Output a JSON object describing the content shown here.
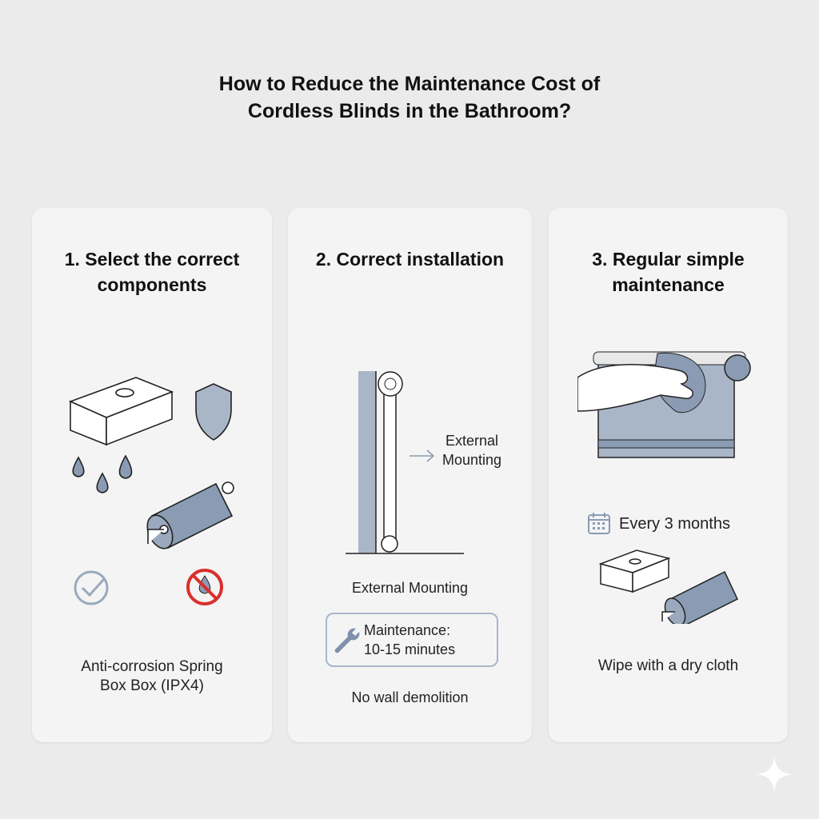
{
  "title": {
    "line1": "How to Reduce the Maintenance Cost of",
    "line2": "Cordless Blinds in the Bathroom?"
  },
  "cards": [
    {
      "heading1": "1. Select the correct",
      "heading2": "components",
      "caption1": "Anti-corrosion Spring",
      "caption2": "Box Box (IPX4)"
    },
    {
      "heading1": "2. Correct installation",
      "callout1": "External",
      "callout2": "Mounting",
      "label": "External Mounting",
      "maintenance1": "Maintenance:",
      "maintenance2": "10-15 minutes",
      "caption": "No wall demolition"
    },
    {
      "heading1": "3. Regular simple",
      "heading2": "maintenance",
      "schedule": "Every 3 months",
      "caption": "Wipe with a dry cloth"
    }
  ],
  "colors": {
    "accent": "#8a9bb3",
    "background": "#ebebeb",
    "card": "#f4f4f4",
    "prohibit": "#d9302c"
  }
}
